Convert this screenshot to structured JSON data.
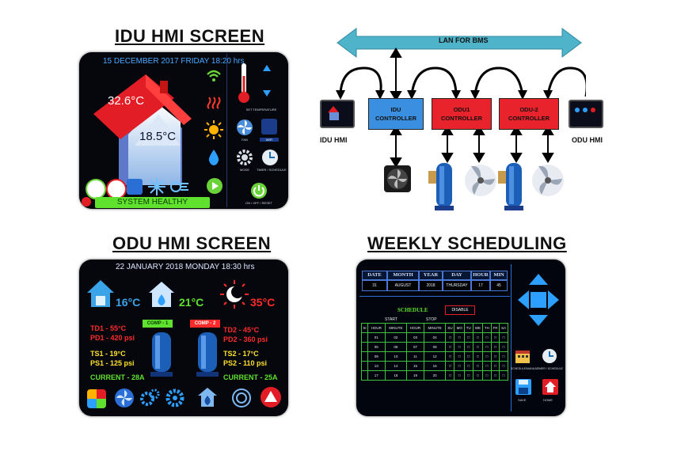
{
  "titles": {
    "idu": "IDU HMI SCREEN",
    "odu": "ODU HMI SCREEN",
    "weekly": "WEEKLY SCHEDULING"
  },
  "idu": {
    "datetime": "15 DECEMBER 2017 FRIDAY 18:20 hrs",
    "outdoor_temp": "32.6°C",
    "indoor_temp": "18.5°C",
    "status": "SYSTEM HEALTHY",
    "labels": {
      "set_temp": "SET TEMPERATURE",
      "fan": "FAN",
      "wifi": "WIFI",
      "mode": "MODE",
      "timer": "TIMER / SCHEDULE",
      "onoff": "ON / OFF / RESET"
    }
  },
  "lan": {
    "bus_label": "LAN FOR BMS",
    "idu_controller": "IDU\nCONTROLLER",
    "odu1_controller": "ODU1\nCONTROLLER",
    "odu2_controller": "ODU-2\nCONTROLLER",
    "idu_hmi": "IDU HMI",
    "odu_hmi": "ODU HMI"
  },
  "odu": {
    "datetime": "22 JANUARY 2018 MONDAY 18:30 hrs",
    "t1": "16°C",
    "t2": "21°C",
    "t3": "35°C",
    "comp1": "COMP - 1",
    "comp2": "COMP - 2",
    "td1": "TD1 - 55°C",
    "pd1": "PD1 - 420 psi",
    "ts1": "TS1 - 19°C",
    "ps1": "PS1 - 125 psi",
    "td2": "TD2 - 45°C",
    "pd2": "PD2 - 360 psi",
    "ts2": "TS2 - 17°C",
    "ps2": "PS2 - 110 psi",
    "current1": "CURRENT - 28A",
    "current2": "CURRENT - 25A"
  },
  "weekly": {
    "headers": [
      "DATE",
      "MONTH",
      "YEAR",
      "DAY",
      "HOUR",
      "MIN"
    ],
    "values": [
      "31",
      "AUGUST",
      "2018",
      "THURSDAY",
      "17",
      "45"
    ],
    "schedule_label": "SCHEDULE",
    "disable_label": "DISABLE",
    "start_label": "START",
    "stop_label": "STOP",
    "columns": [
      "SI",
      "HOUR",
      "MINUTE",
      "HOUR",
      "MINUTE",
      "SU",
      "MO",
      "TU",
      "WE",
      "TH",
      "FR",
      "SA"
    ],
    "rows": [
      [
        "01",
        "02",
        "03",
        "04"
      ],
      [
        "05",
        "06",
        "07",
        "08"
      ],
      [
        "09",
        "10",
        "11",
        "12"
      ],
      [
        "13",
        "14",
        "15",
        "16"
      ],
      [
        "17",
        "18",
        "19",
        "20"
      ]
    ],
    "schedule_btn": "SCHEDULE/MANUAL",
    "timer_btn": "TIMER / SCHEDULE",
    "save_btn": "SAVE",
    "home_btn": "HOME"
  },
  "colors": {
    "controller_blue": "#3b8fe0",
    "controller_red": "#e8232c",
    "lan_arrow": "#4fb3c9",
    "status_green": "#5fe12e"
  }
}
